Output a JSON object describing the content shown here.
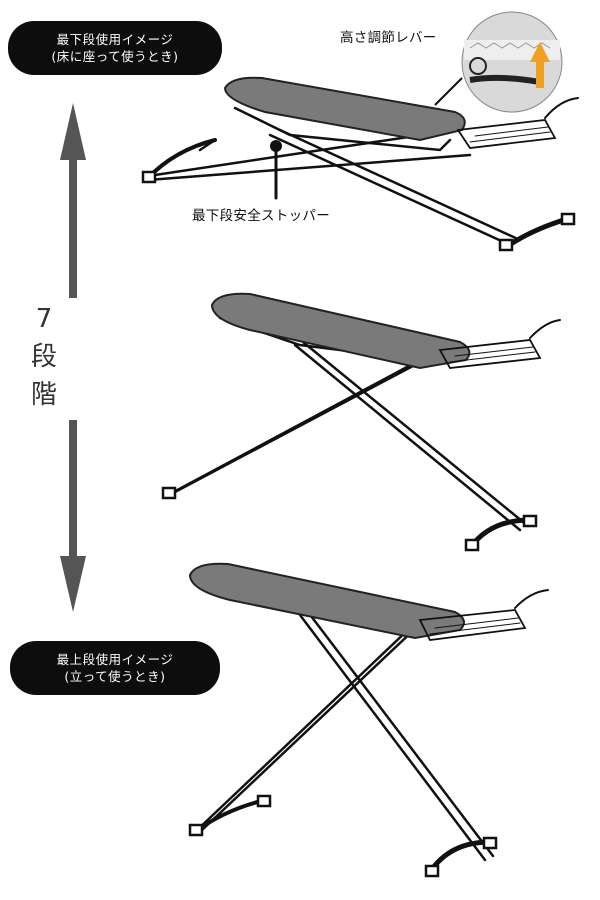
{
  "captions": {
    "top_line1": "最下段使用イメージ",
    "top_line2": "(床に座って使うとき)",
    "bottom_line1": "最上段使用イメージ",
    "bottom_line2": "(立って使うとき)"
  },
  "callouts": {
    "height_lever": "高さ調節レバー",
    "bottom_stopper": "最下段安全ストッパー"
  },
  "steps": {
    "number": "7",
    "char1": "段",
    "char2": "階"
  },
  "colors": {
    "board_fill": "#7a7a7a",
    "arrow": "#555555",
    "lever_highlight": "#f0a020"
  }
}
